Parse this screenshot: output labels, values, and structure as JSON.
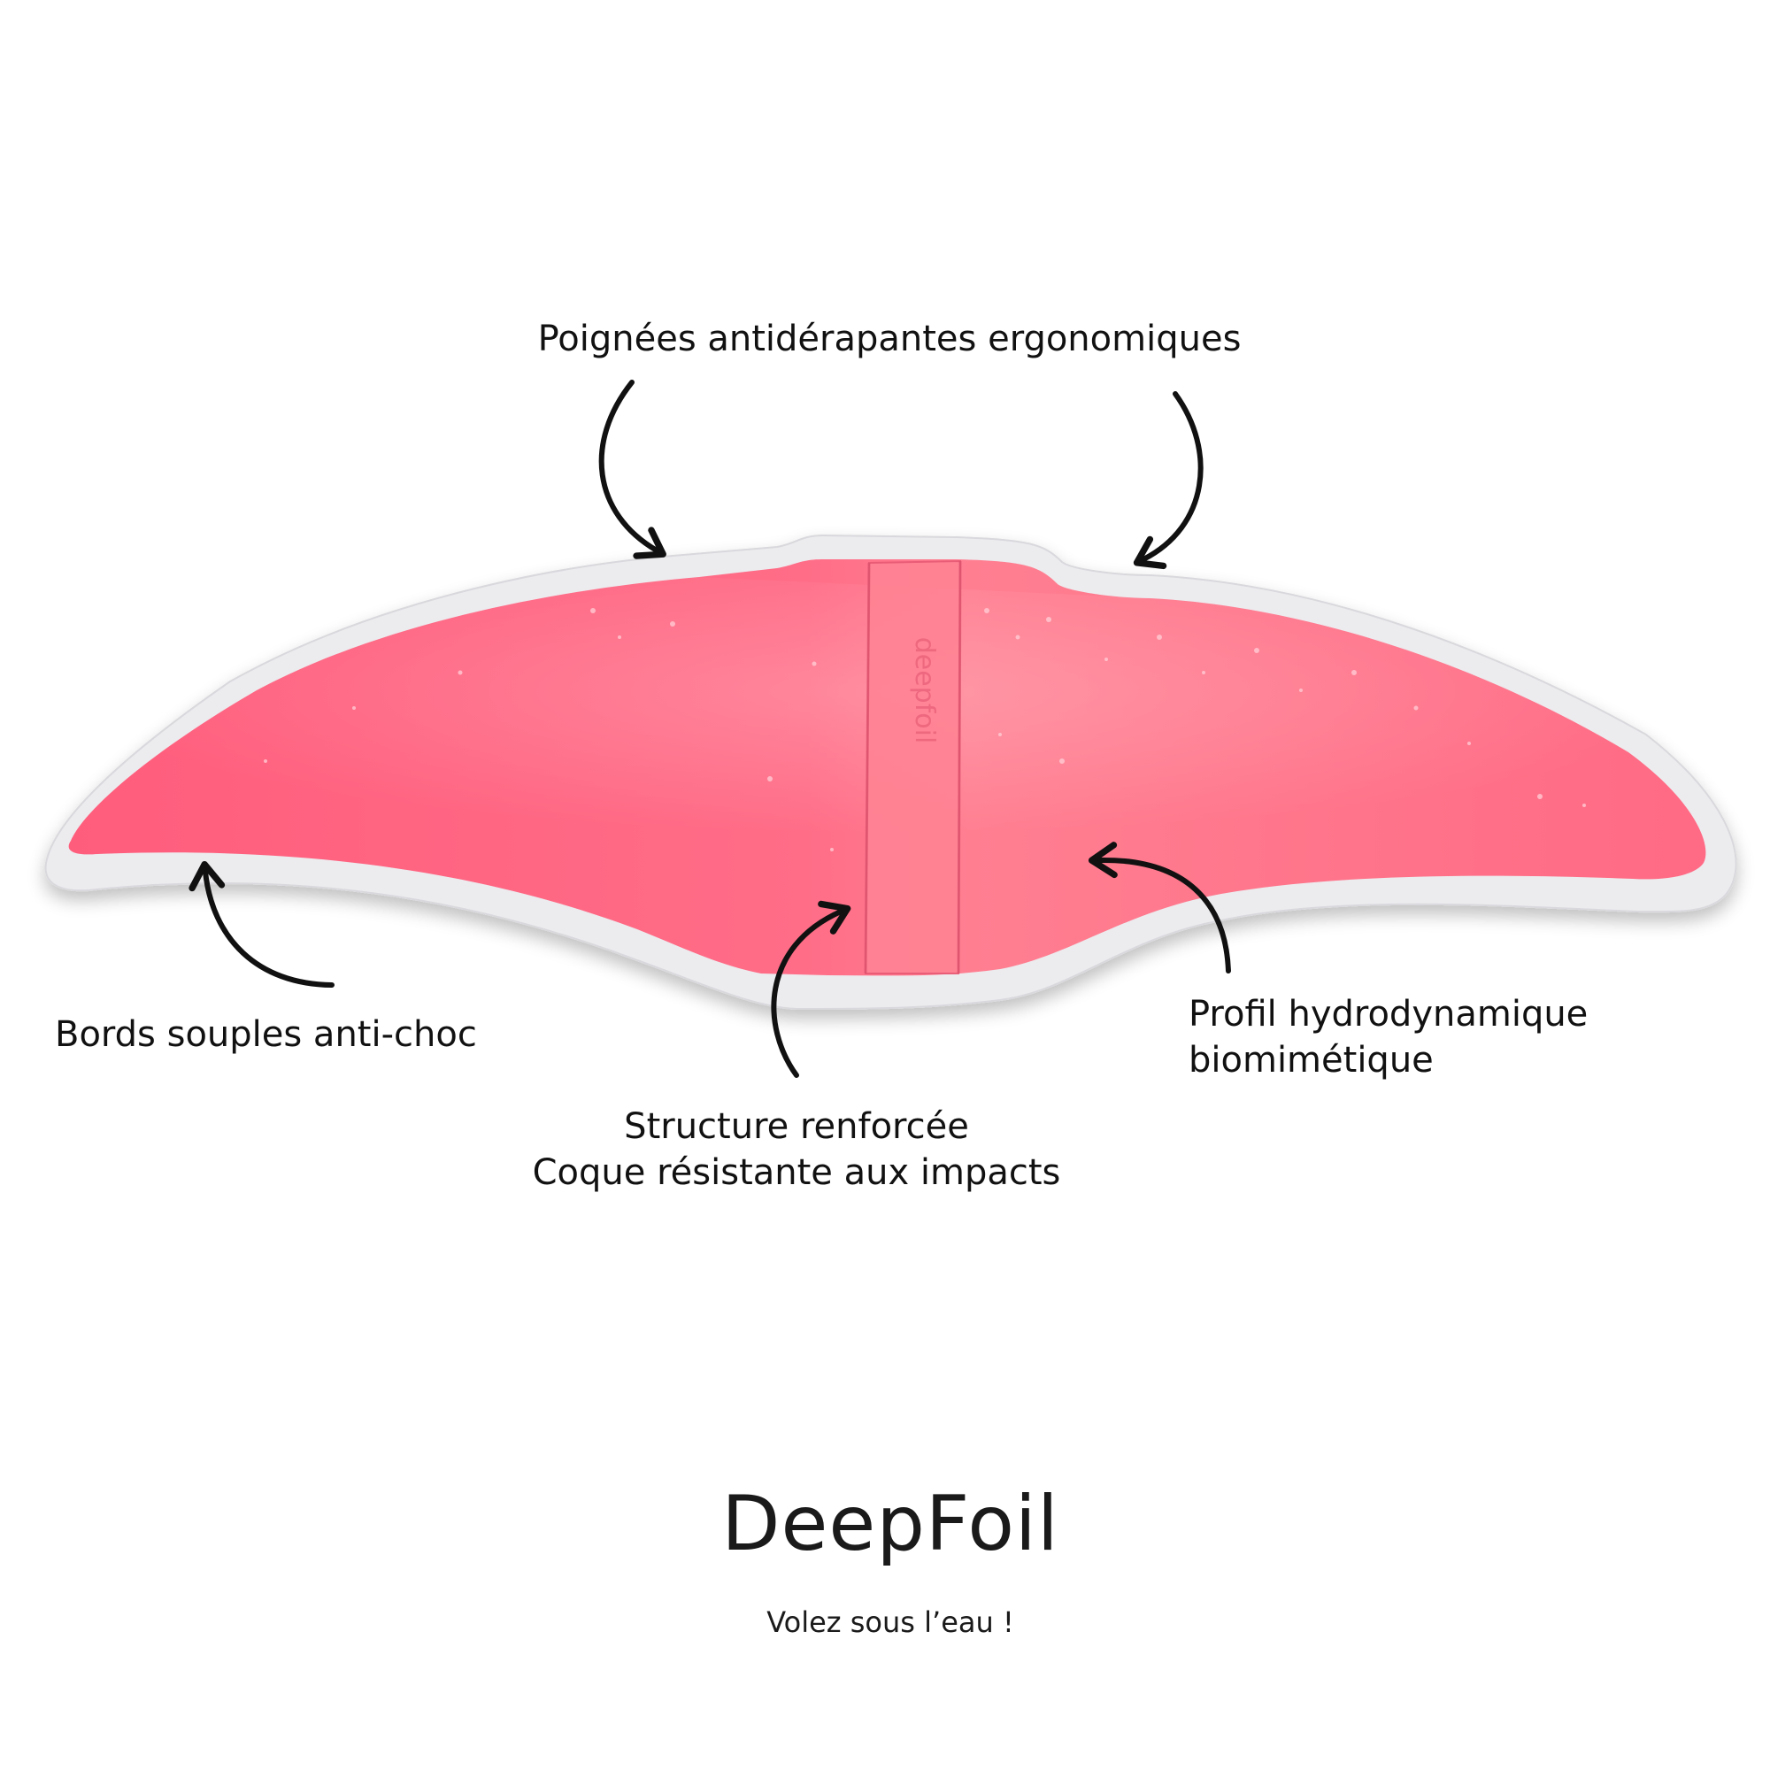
{
  "product": {
    "name": "DeepFoil",
    "tagline": "Volez sous l’eau !",
    "embossed_text": "deepfoil"
  },
  "callouts": {
    "handles": "Poignées antidérapantes ergonomiques",
    "edges": "Bords souples anti-choc",
    "structure_line1": "Structure renforcée",
    "structure_line2": "Coque résistante aux impacts",
    "profile_line1": "Profil hydrodynamique",
    "profile_line2": "biomimétique"
  },
  "colors": {
    "wing_pink": "#ff6f86",
    "wing_border": "#ebeaec",
    "arrow": "#111111",
    "background": "#ffffff"
  }
}
